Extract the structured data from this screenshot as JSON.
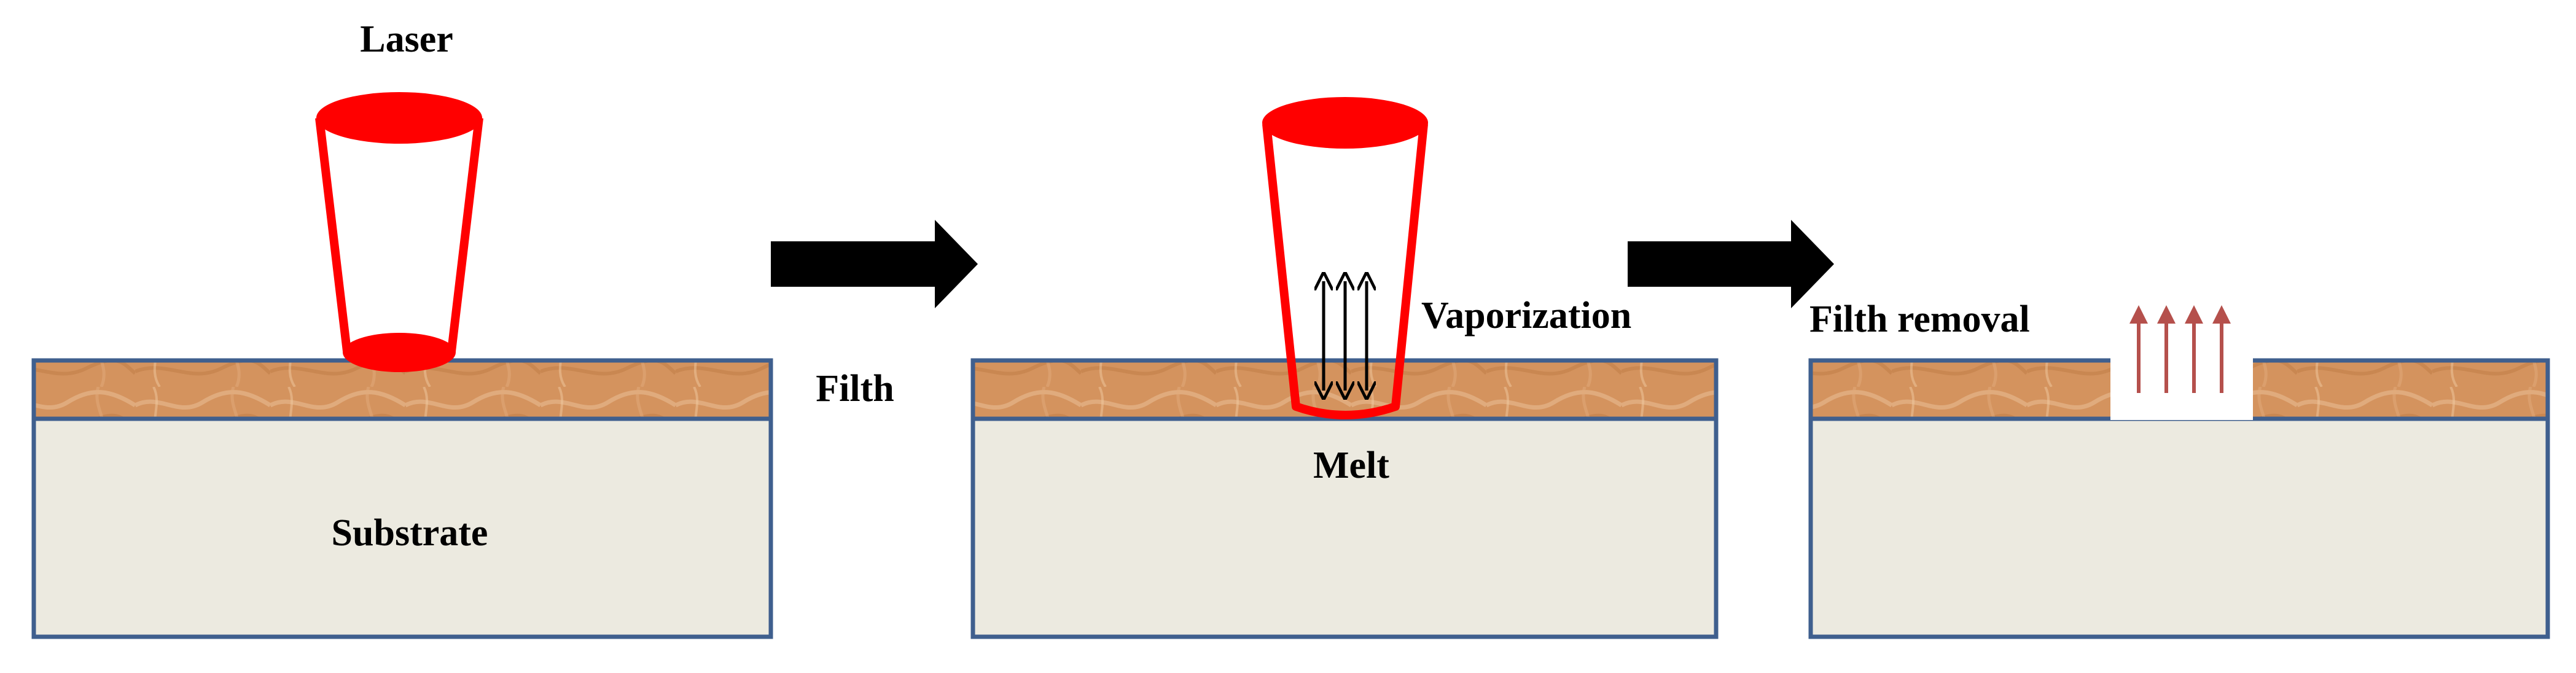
{
  "labels": {
    "laser": "Laser",
    "filth": "Filth",
    "substrate": "Substrate",
    "vaporization": "Vaporization",
    "melt": "Melt",
    "filth_removal": "Filth removal"
  },
  "colors": {
    "laser_red": "#FF0000",
    "filth_layer": "#D4935E",
    "substrate_fill": "#ECEAE0",
    "block_border": "#3F5F8E",
    "arrow_black": "#000000",
    "removal_arrow": "#B5504C",
    "gap_fill": "#FFFFFF"
  },
  "icons": {
    "process_arrow": "right-block-arrow",
    "vapor_arrows": "double-headed-vertical-arrow",
    "removal_arrows": "upward-arrow"
  }
}
